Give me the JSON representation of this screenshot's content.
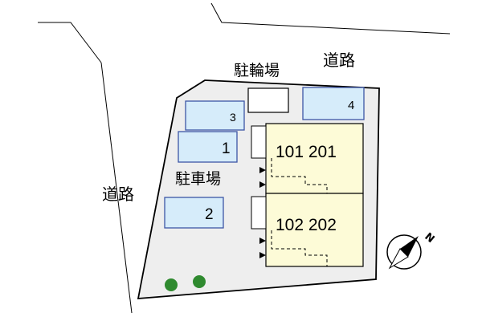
{
  "labels": {
    "road_top": "道路",
    "road_left": "道路",
    "bicycle_parking": "駐輪場",
    "car_parking": "駐車場",
    "compass_letter": "N"
  },
  "parking_spaces": [
    "3",
    "1",
    "2",
    "4"
  ],
  "units": {
    "upper": "101 201",
    "lower": "102 202"
  },
  "colors": {
    "lot": "#eeeeee",
    "parking_fill": "#d6ecfa",
    "parking_border": "#3d56a6",
    "building_fill": "#fdfbd7",
    "tree": "#2f8a2f",
    "outline": "#000000"
  },
  "icons": {
    "compass": "north-arrow-icon",
    "entrance": "entrance-triangle-icon",
    "tree": "tree-icon"
  }
}
